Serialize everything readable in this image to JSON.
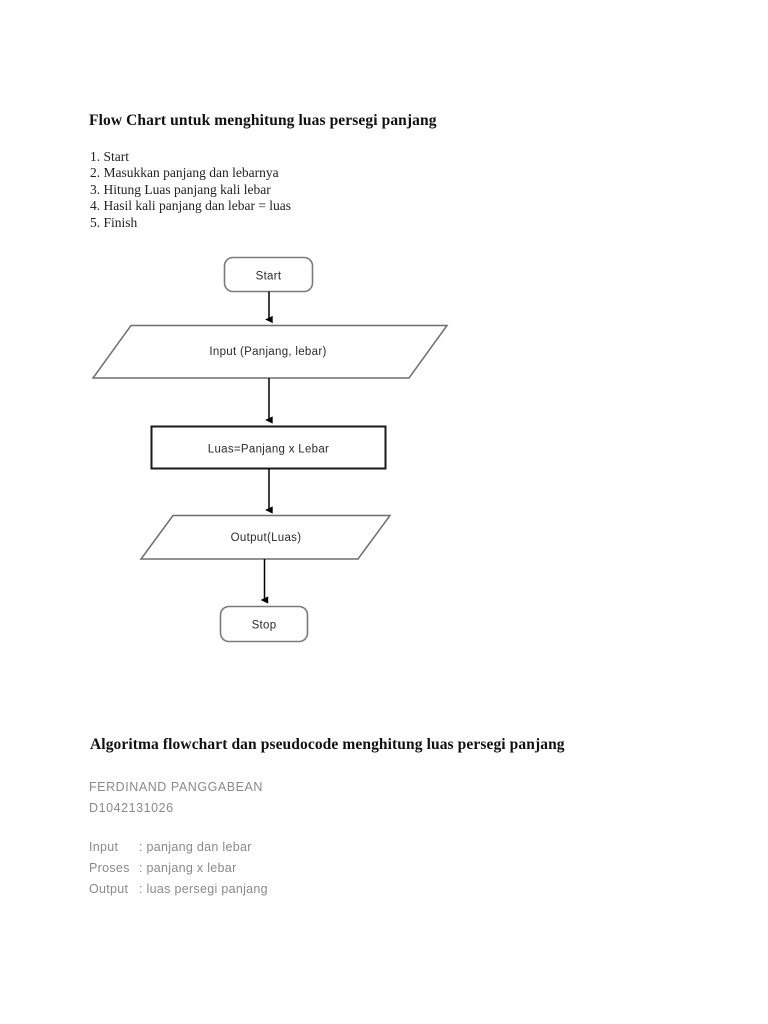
{
  "document": {
    "heading_main": "Flow Chart untuk menghitung luas persegi panjang",
    "heading_second": "Algoritma flowchart dan pseudocode menghitung luas persegi panjang"
  },
  "steps": [
    "1. Start",
    "2. Masukkan panjang dan lebarnya",
    "3. Hitung Luas panjang kali lebar",
    "4. Hasil kali panjang dan lebar = luas",
    "5. Finish"
  ],
  "flowchart": {
    "nodes": {
      "start": "Start",
      "input": "Input (Panjang, lebar)",
      "process": "Luas=Panjang x Lebar",
      "output": "Output(Luas)",
      "stop": "Stop"
    },
    "colors": {
      "terminator_border": "#7a7a7a",
      "process_border": "#1a1a1a",
      "io_border": "#6e6e6e",
      "connector": "#000000",
      "shape_fill": "#ffffff"
    }
  },
  "author": {
    "name": "FERDINAND PANGGABEAN",
    "id": "D1042131026"
  },
  "io_spec": [
    {
      "key": "Input",
      "sep": ": ",
      "value": "panjang dan lebar"
    },
    {
      "key": "Proses",
      "sep": ": ",
      "value": "panjang x lebar"
    },
    {
      "key": "Output",
      "sep": ": ",
      "value": "luas persegi panjang"
    }
  ]
}
